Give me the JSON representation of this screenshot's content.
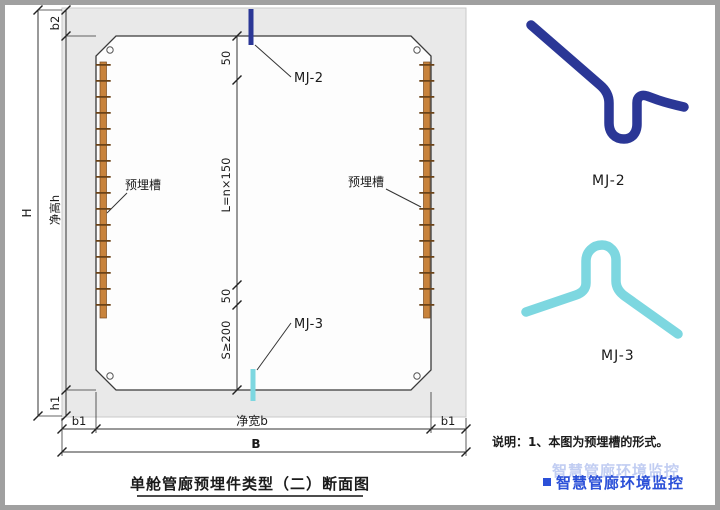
{
  "section": {
    "title": "单舱管廊预埋件类型（二）断面图",
    "channel_label_left": "预埋槽",
    "channel_label_right": "预埋槽",
    "mj2_callout": "MJ-2",
    "mj3_callout": "MJ-3",
    "dims": {
      "top_50": "50",
      "spacing": "L=n×150",
      "bottom_50": "50",
      "edge_spacing": "S≥200",
      "b2": "b2",
      "clear_height": "净高h",
      "h1": "h1",
      "H": "H",
      "b1_left": "b1",
      "clear_width": "净宽b",
      "b1_right": "b1",
      "B": "B"
    }
  },
  "legend": {
    "mj2_label": "MJ-2",
    "mj3_label": "MJ-3"
  },
  "note": "说明：1、本图为预埋槽的形式。",
  "watermark": "智慧管廊环境监控",
  "colors": {
    "mj2_blue": "#2b3796",
    "mj3_cyan": "#7dd7e0",
    "channel_orange": "#c8833c",
    "drawing_bg": "#e9e9e9",
    "frame_gray": "#a0a0a0",
    "watermark_blue": "#2b50d8"
  }
}
